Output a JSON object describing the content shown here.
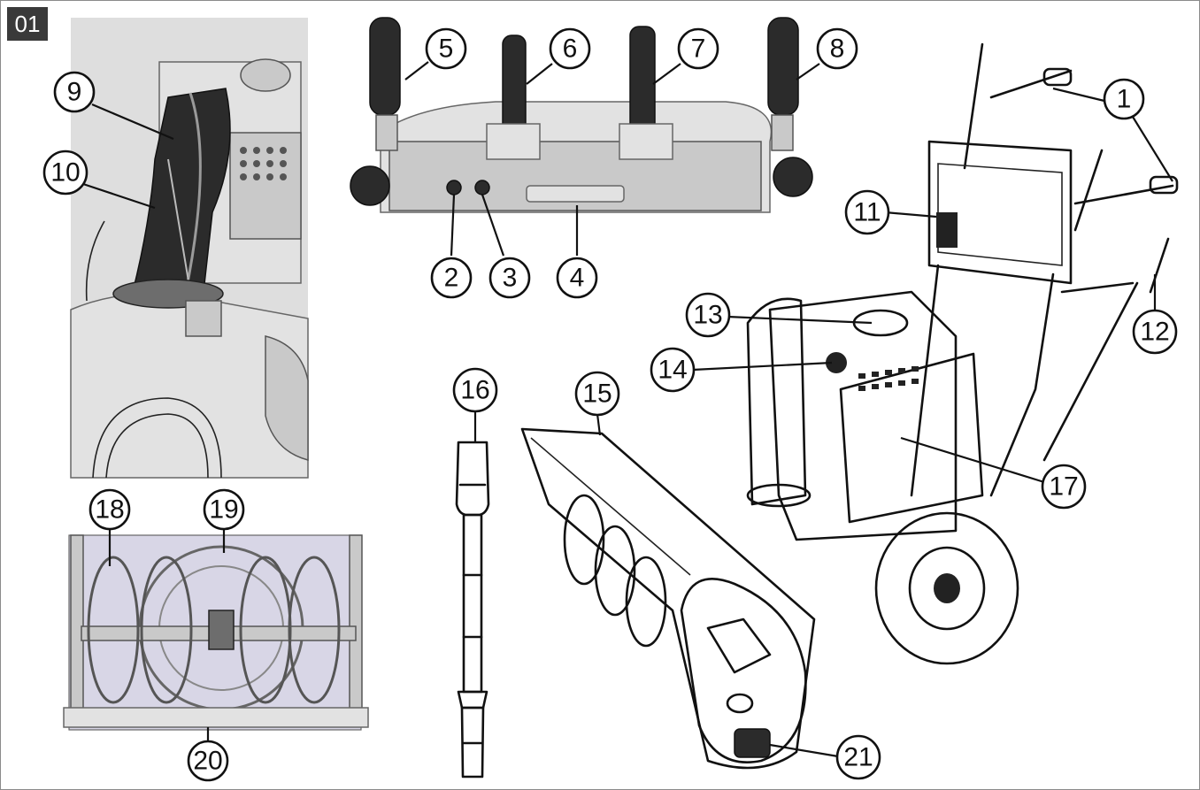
{
  "figure_tag": "01",
  "callouts": [
    {
      "id": "c1",
      "label": "1"
    },
    {
      "id": "c2",
      "label": "2"
    },
    {
      "id": "c3",
      "label": "3"
    },
    {
      "id": "c4",
      "label": "4"
    },
    {
      "id": "c5",
      "label": "5"
    },
    {
      "id": "c6",
      "label": "6"
    },
    {
      "id": "c7",
      "label": "7"
    },
    {
      "id": "c8",
      "label": "8"
    },
    {
      "id": "c9",
      "label": "9"
    },
    {
      "id": "c10",
      "label": "10"
    },
    {
      "id": "c11",
      "label": "11"
    },
    {
      "id": "c12",
      "label": "12"
    },
    {
      "id": "c13",
      "label": "13"
    },
    {
      "id": "c14",
      "label": "14"
    },
    {
      "id": "c15",
      "label": "15"
    },
    {
      "id": "c16",
      "label": "16"
    },
    {
      "id": "c17",
      "label": "17"
    },
    {
      "id": "c18",
      "label": "18"
    },
    {
      "id": "c19",
      "label": "19"
    },
    {
      "id": "c20",
      "label": "20"
    },
    {
      "id": "c21",
      "label": "21"
    }
  ]
}
